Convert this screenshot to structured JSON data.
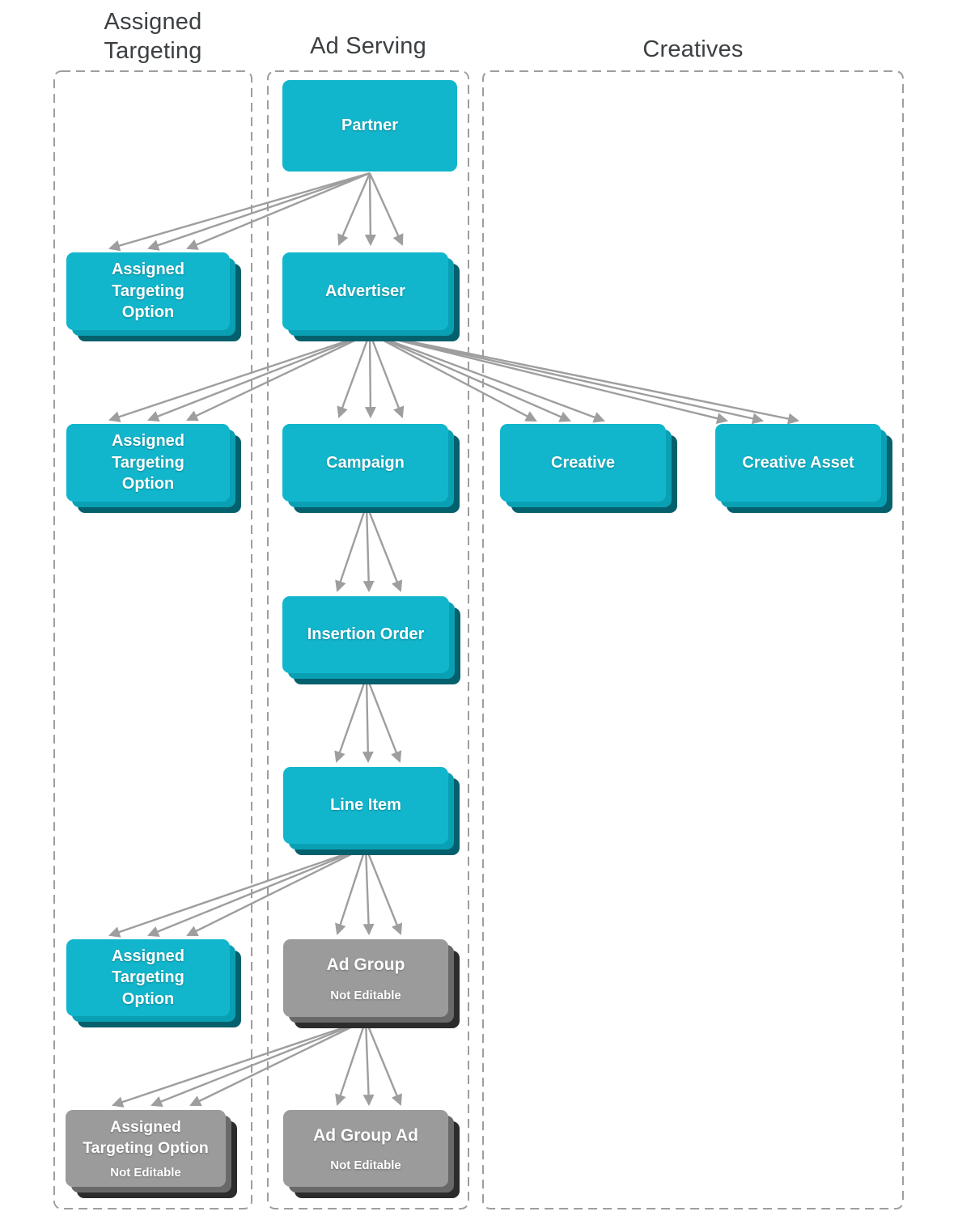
{
  "diagram": {
    "headers": {
      "assigned_targeting": "Assigned\nTargeting",
      "ad_serving": "Ad Serving",
      "creatives": "Creatives"
    },
    "nodes": {
      "partner": {
        "label": "Partner"
      },
      "assigned_targeting_option_1": {
        "label": "Assigned\nTargeting\nOption"
      },
      "advertiser": {
        "label": "Advertiser"
      },
      "assigned_targeting_option_2": {
        "label": "Assigned\nTargeting\nOption"
      },
      "campaign": {
        "label": "Campaign"
      },
      "creative": {
        "label": "Creative"
      },
      "creative_asset": {
        "label": "Creative Asset"
      },
      "insertion_order": {
        "label": "Insertion Order"
      },
      "line_item": {
        "label": "Line Item"
      },
      "assigned_targeting_option_3": {
        "label": "Assigned\nTargeting\nOption"
      },
      "ad_group": {
        "label": "Ad Group",
        "sublabel": "Not Editable"
      },
      "assigned_targeting_option_4": {
        "label": "Assigned\nTargeting Option",
        "sublabel": "Not Editable"
      },
      "ad_group_ad": {
        "label": "Ad Group Ad",
        "sublabel": "Not Editable"
      }
    },
    "edges": [
      {
        "from": "partner",
        "to": "assigned_targeting_option_1",
        "arrows": 3
      },
      {
        "from": "partner",
        "to": "advertiser",
        "arrows": 3
      },
      {
        "from": "advertiser",
        "to": "assigned_targeting_option_2",
        "arrows": 3
      },
      {
        "from": "advertiser",
        "to": "campaign",
        "arrows": 3
      },
      {
        "from": "advertiser",
        "to": "creative",
        "arrows": 3
      },
      {
        "from": "advertiser",
        "to": "creative_asset",
        "arrows": 3
      },
      {
        "from": "campaign",
        "to": "insertion_order",
        "arrows": 3
      },
      {
        "from": "insertion_order",
        "to": "line_item",
        "arrows": 3
      },
      {
        "from": "line_item",
        "to": "assigned_targeting_option_3",
        "arrows": 3
      },
      {
        "from": "line_item",
        "to": "ad_group",
        "arrows": 3
      },
      {
        "from": "ad_group",
        "to": "assigned_targeting_option_4",
        "arrows": 3
      },
      {
        "from": "ad_group",
        "to": "ad_group_ad",
        "arrows": 3
      }
    ],
    "colors": {
      "node_teal": "#12b6cc",
      "node_teal_stack_mid": "#0aa0b4",
      "node_teal_stack_dark": "#04606c",
      "node_gray": "#9b9b9b",
      "node_gray_stack_mid": "#696969",
      "node_gray_stack_dark": "#2c2c2c",
      "arrow": "#9e9e9e",
      "column_border": "#9e9e9e",
      "header_text": "#3c4043",
      "node_text": "#ffffff"
    }
  }
}
